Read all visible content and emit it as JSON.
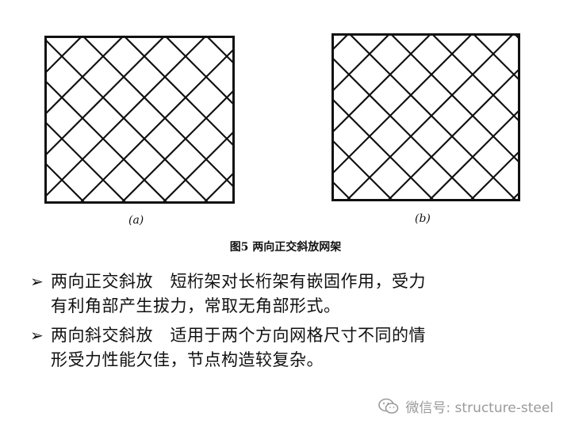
{
  "diagrams": [
    {
      "caption": "(a)",
      "variant": "orthogonal-diagonal"
    },
    {
      "caption": "(b)",
      "variant": "orthogonal-diagonal"
    }
  ],
  "figure_title": "图5 两向正交斜放网架",
  "bullets": [
    {
      "lines": [
        "两向正交斜放　短桁架对长桁架有嵌固作用，受力",
        "有利角部产生拔力，常取无角部形式。"
      ]
    },
    {
      "lines": [
        "两向斜交斜放　适用于两个方向网格尺寸不同的情",
        "形受力性能欠佳，节点构造较复杂。"
      ]
    }
  ],
  "watermark": {
    "text": "微信号: structure-steel",
    "icon": "wechat-icon"
  }
}
